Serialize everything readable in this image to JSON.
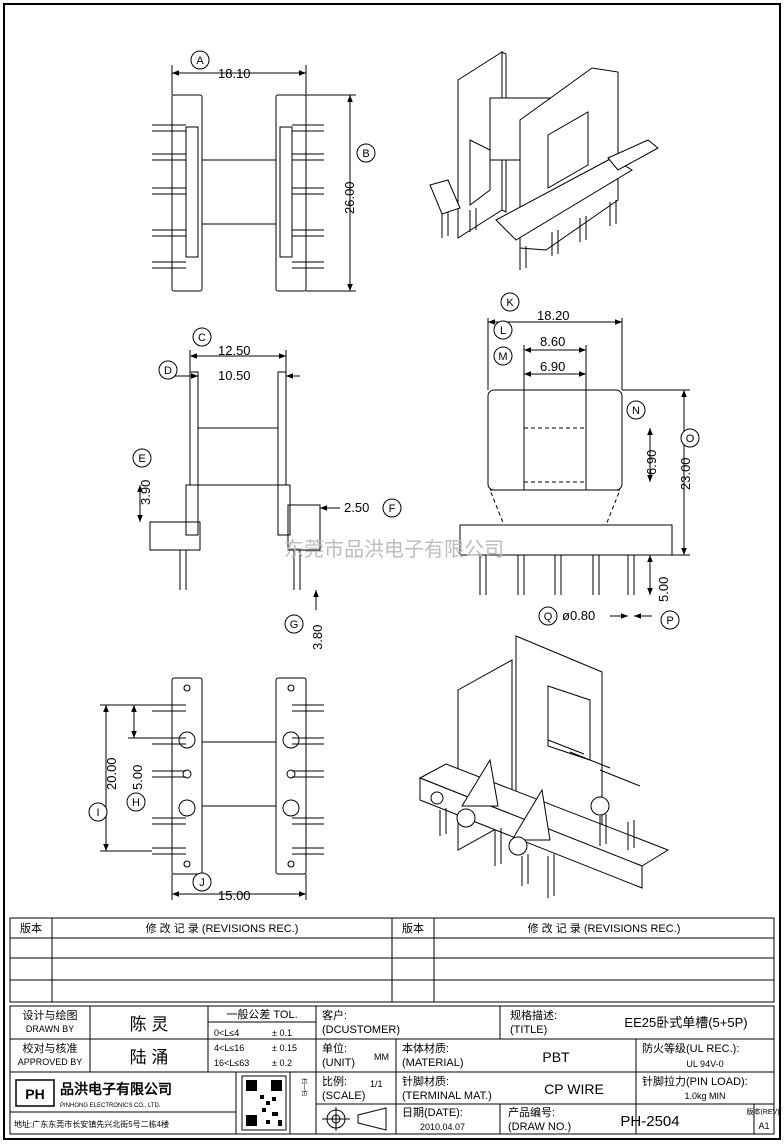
{
  "dimensions": {
    "d_18_10": "18.10",
    "d_26_00": "26.00",
    "d_12_50": "12.50",
    "d_10_50": "10.50",
    "d_3_90": "3.90",
    "d_2_50": "2.50",
    "d_3_80": "3.80",
    "d_18_20": "18.20",
    "d_8_60": "8.60",
    "d_6_90_h": "6.90",
    "d_6_90_v": "6.90",
    "d_23_00": "23.00",
    "d_5_00_pin": "5.00",
    "d_phi": "ø0.80",
    "d_20_00": "20.00",
    "d_5_00": "5.00",
    "d_15_00": "15.00"
  },
  "balloons": {
    "A": "A",
    "B": "B",
    "C": "C",
    "D": "D",
    "E": "E",
    "F": "F",
    "G": "G",
    "H": "H",
    "I": "I",
    "J": "J",
    "K": "K",
    "L": "L",
    "M": "M",
    "N": "N",
    "O": "O",
    "P": "P",
    "Q": "Q"
  },
  "watermark": "东莞市品洪电子有限公司",
  "revisions": {
    "col_version": "版本",
    "col_record": "修 改 记 录 (REVISIONS REC.)"
  },
  "title_block": {
    "designer_label_cn": "设计与绘图",
    "designer_label_en": "DRAWN BY",
    "designer_name": "陈 灵",
    "approver_label_cn": "校对与核准",
    "approver_label_en": "APPROVED BY",
    "approver_name": "陆 涌",
    "tolerance_title": "一般公差 TOL.",
    "tolerance_rows": [
      {
        "range": "0<L≤4",
        "tol": "± 0.1"
      },
      {
        "range": "4<L≤16",
        "tol": "± 0.15"
      },
      {
        "range": "16<L≤63",
        "tol": "± 0.2"
      }
    ],
    "customer_label": "客户:",
    "customer_en": "(DCUSTOMER)",
    "unit_label": "单位:",
    "unit_en": "(UNIT)",
    "unit_value": "MM",
    "material_label": "本体材质:",
    "material_en": "(MATERIAL)",
    "material_value": "PBT",
    "title_label": "规格描述:",
    "title_en": "(TITLE)",
    "title_value": "EE25卧式单槽(5+5P)",
    "ul_label": "防火等级(UL REC.):",
    "ul_value": "UL 94V-0",
    "scale_label": "比例:",
    "scale_en": "(SCALE)",
    "scale_value": "1/1",
    "terminal_label": "针脚材质:",
    "terminal_en": "(TERMINAL MAT.)",
    "terminal_value": "CP WIRE",
    "pinload_label": "针脚拉力(PIN LOAD):",
    "pinload_value": "1.0kg MIN",
    "date_label": "日期(DATE):",
    "date_value": "2010.04.07",
    "drawno_label": "产品编号:",
    "drawno_en": "(DRAW NO.)",
    "drawno_value": "PH-2504",
    "rev_label": "版本(REV):",
    "rev_value": "A1",
    "company_cn": "品洪电子有限公司",
    "company_en": "PINHONG ELECTRONICS CO., LTD.",
    "logo_text": "PH",
    "address": "地址:广东东莞市长安镇先兴北街5号二栋4楼",
    "qr_side_text": "扫一扫"
  }
}
